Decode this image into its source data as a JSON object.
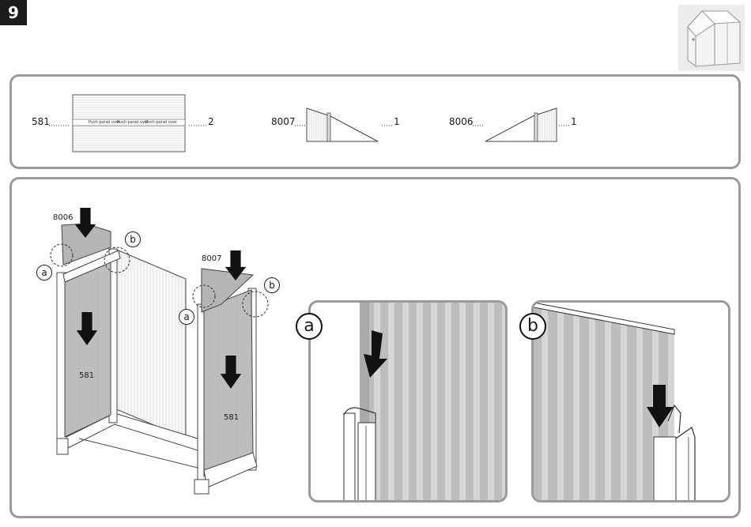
{
  "step": {
    "number": "9"
  },
  "parts_list": {
    "items": [
      {
        "part_no": "581",
        "qty": "2",
        "print_text": "Push panel over"
      },
      {
        "part_no": "8007",
        "qty": "1"
      },
      {
        "part_no": "8006",
        "qty": "1"
      }
    ]
  },
  "assembly": {
    "labels": {
      "part_8006": "8006",
      "part_8007": "8007",
      "panel_left": "581",
      "panel_right": "581",
      "callout_a_left": "a",
      "callout_b_left": "b",
      "callout_a_right": "a",
      "callout_b_right": "b"
    }
  },
  "details": [
    {
      "id": "a"
    },
    {
      "id": "b"
    }
  ],
  "colors": {
    "panel_border": "#9a9a9a",
    "panel_fill": "#b8b8b8",
    "stripe": "#d6d6d6",
    "arrow": "#111111"
  }
}
